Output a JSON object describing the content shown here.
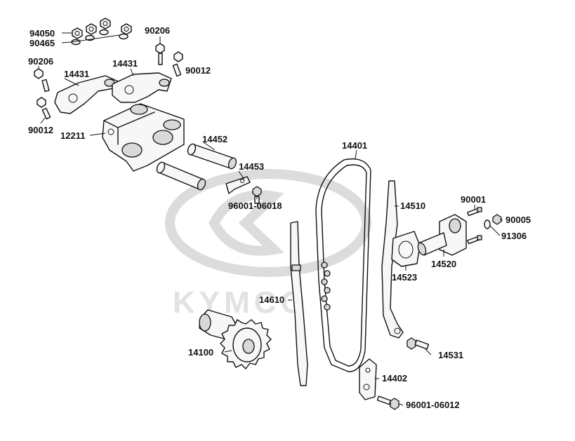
{
  "watermark": {
    "brand": "KYMCO"
  },
  "callouts": {
    "p94050": "94050",
    "p90465": "90465",
    "p90206_top": "90206",
    "p90206_left": "90206",
    "p90012_top": "90012",
    "p90012_left": "90012",
    "p14431_left": "14431",
    "p14431_right": "14431",
    "p12211": "12211",
    "p14452": "14452",
    "p14453": "14453",
    "p96001_06018": "96001-06018",
    "p14401": "14401",
    "p14510": "14510",
    "p90001": "90001",
    "p90005": "90005",
    "p91306": "91306",
    "p14520": "14520",
    "p14523": "14523",
    "p14610": "14610",
    "p14100": "14100",
    "p14531": "14531",
    "p14402": "14402",
    "p96001_06012": "96001-06012"
  }
}
